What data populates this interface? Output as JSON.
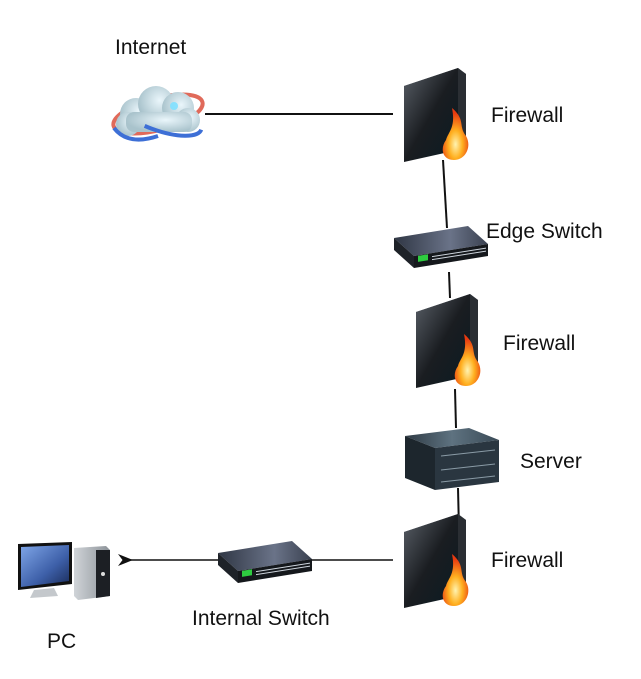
{
  "diagram": {
    "nodes": [
      {
        "id": "internet",
        "label": "Internet",
        "type": "cloud"
      },
      {
        "id": "firewall1",
        "label": "Firewall",
        "type": "firewall"
      },
      {
        "id": "edge-switch",
        "label": "Edge Switch",
        "type": "switch"
      },
      {
        "id": "firewall2",
        "label": "Firewall",
        "type": "firewall"
      },
      {
        "id": "server",
        "label": "Server",
        "type": "server"
      },
      {
        "id": "firewall3",
        "label": "Firewall",
        "type": "firewall"
      },
      {
        "id": "internal-switch",
        "label": "Internal Switch",
        "type": "switch"
      },
      {
        "id": "pc",
        "label": "PC",
        "type": "pc"
      }
    ],
    "edges": [
      {
        "from": "internet",
        "to": "firewall1",
        "arrow": false
      },
      {
        "from": "firewall1",
        "to": "edge-switch",
        "arrow": false
      },
      {
        "from": "edge-switch",
        "to": "firewall2",
        "arrow": false
      },
      {
        "from": "firewall2",
        "to": "server",
        "arrow": false
      },
      {
        "from": "server",
        "to": "firewall3",
        "arrow": false
      },
      {
        "from": "firewall3",
        "to": "internal-switch",
        "arrow": false
      },
      {
        "from": "internal-switch",
        "to": "pc",
        "arrow": true
      }
    ]
  }
}
